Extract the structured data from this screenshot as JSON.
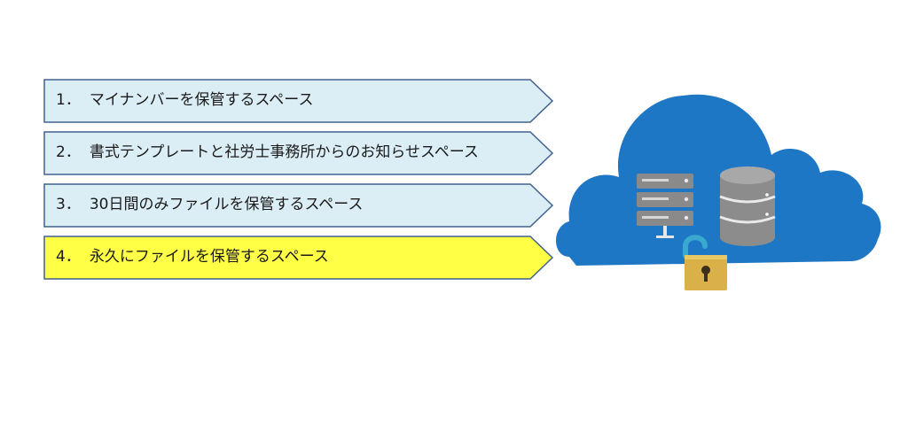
{
  "items": [
    {
      "num": "1．",
      "label": "マイナンバーを保管するスペース",
      "fill": "#dbeef6",
      "highlighted": false
    },
    {
      "num": "2．",
      "label": "書式テンプレートと社労士事務所からのお知らせスペース",
      "fill": "#dbeef6",
      "highlighted": false
    },
    {
      "num": "3．",
      "label": "30日間のみファイルを保管するスペース",
      "fill": "#dbeef6",
      "highlighted": false
    },
    {
      "num": "4．",
      "label": "永久にファイルを保管するスペース",
      "fill": "#ffff45",
      "highlighted": true
    }
  ],
  "colors": {
    "arrow_stroke": "#41618f",
    "cloud_blue": "#1e77c4",
    "server_gray": "#8a8a8a",
    "database_gray": "#8c8c8c",
    "lock_gold": "#d9b148"
  },
  "illustration": {
    "cloud": "cloud-icon",
    "server": "server-rack-icon",
    "database": "database-icon",
    "lock": "unlocked-padlock-icon"
  }
}
